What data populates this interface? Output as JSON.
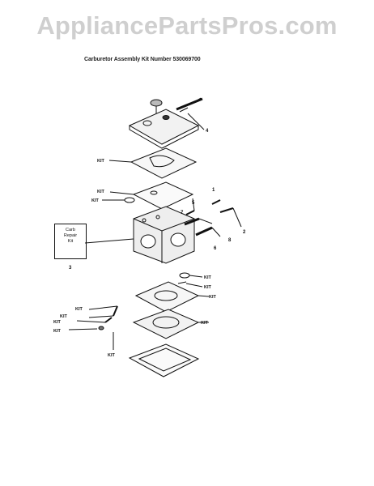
{
  "watermark": "AppliancePartsPros.com",
  "subtitle": "Carburetor Assembly Kit Number 530069700",
  "box": {
    "lines": [
      "Carb",
      "Repair",
      "Kit"
    ]
  },
  "labels": {
    "kit": "KIT",
    "n1": "1",
    "n2": "2",
    "n3": "3",
    "n4": "4",
    "n5": "5",
    "n6": "6",
    "n7": "7",
    "n8": "8"
  },
  "colors": {
    "line": "#111111",
    "watermark": "#cfcfcf"
  }
}
